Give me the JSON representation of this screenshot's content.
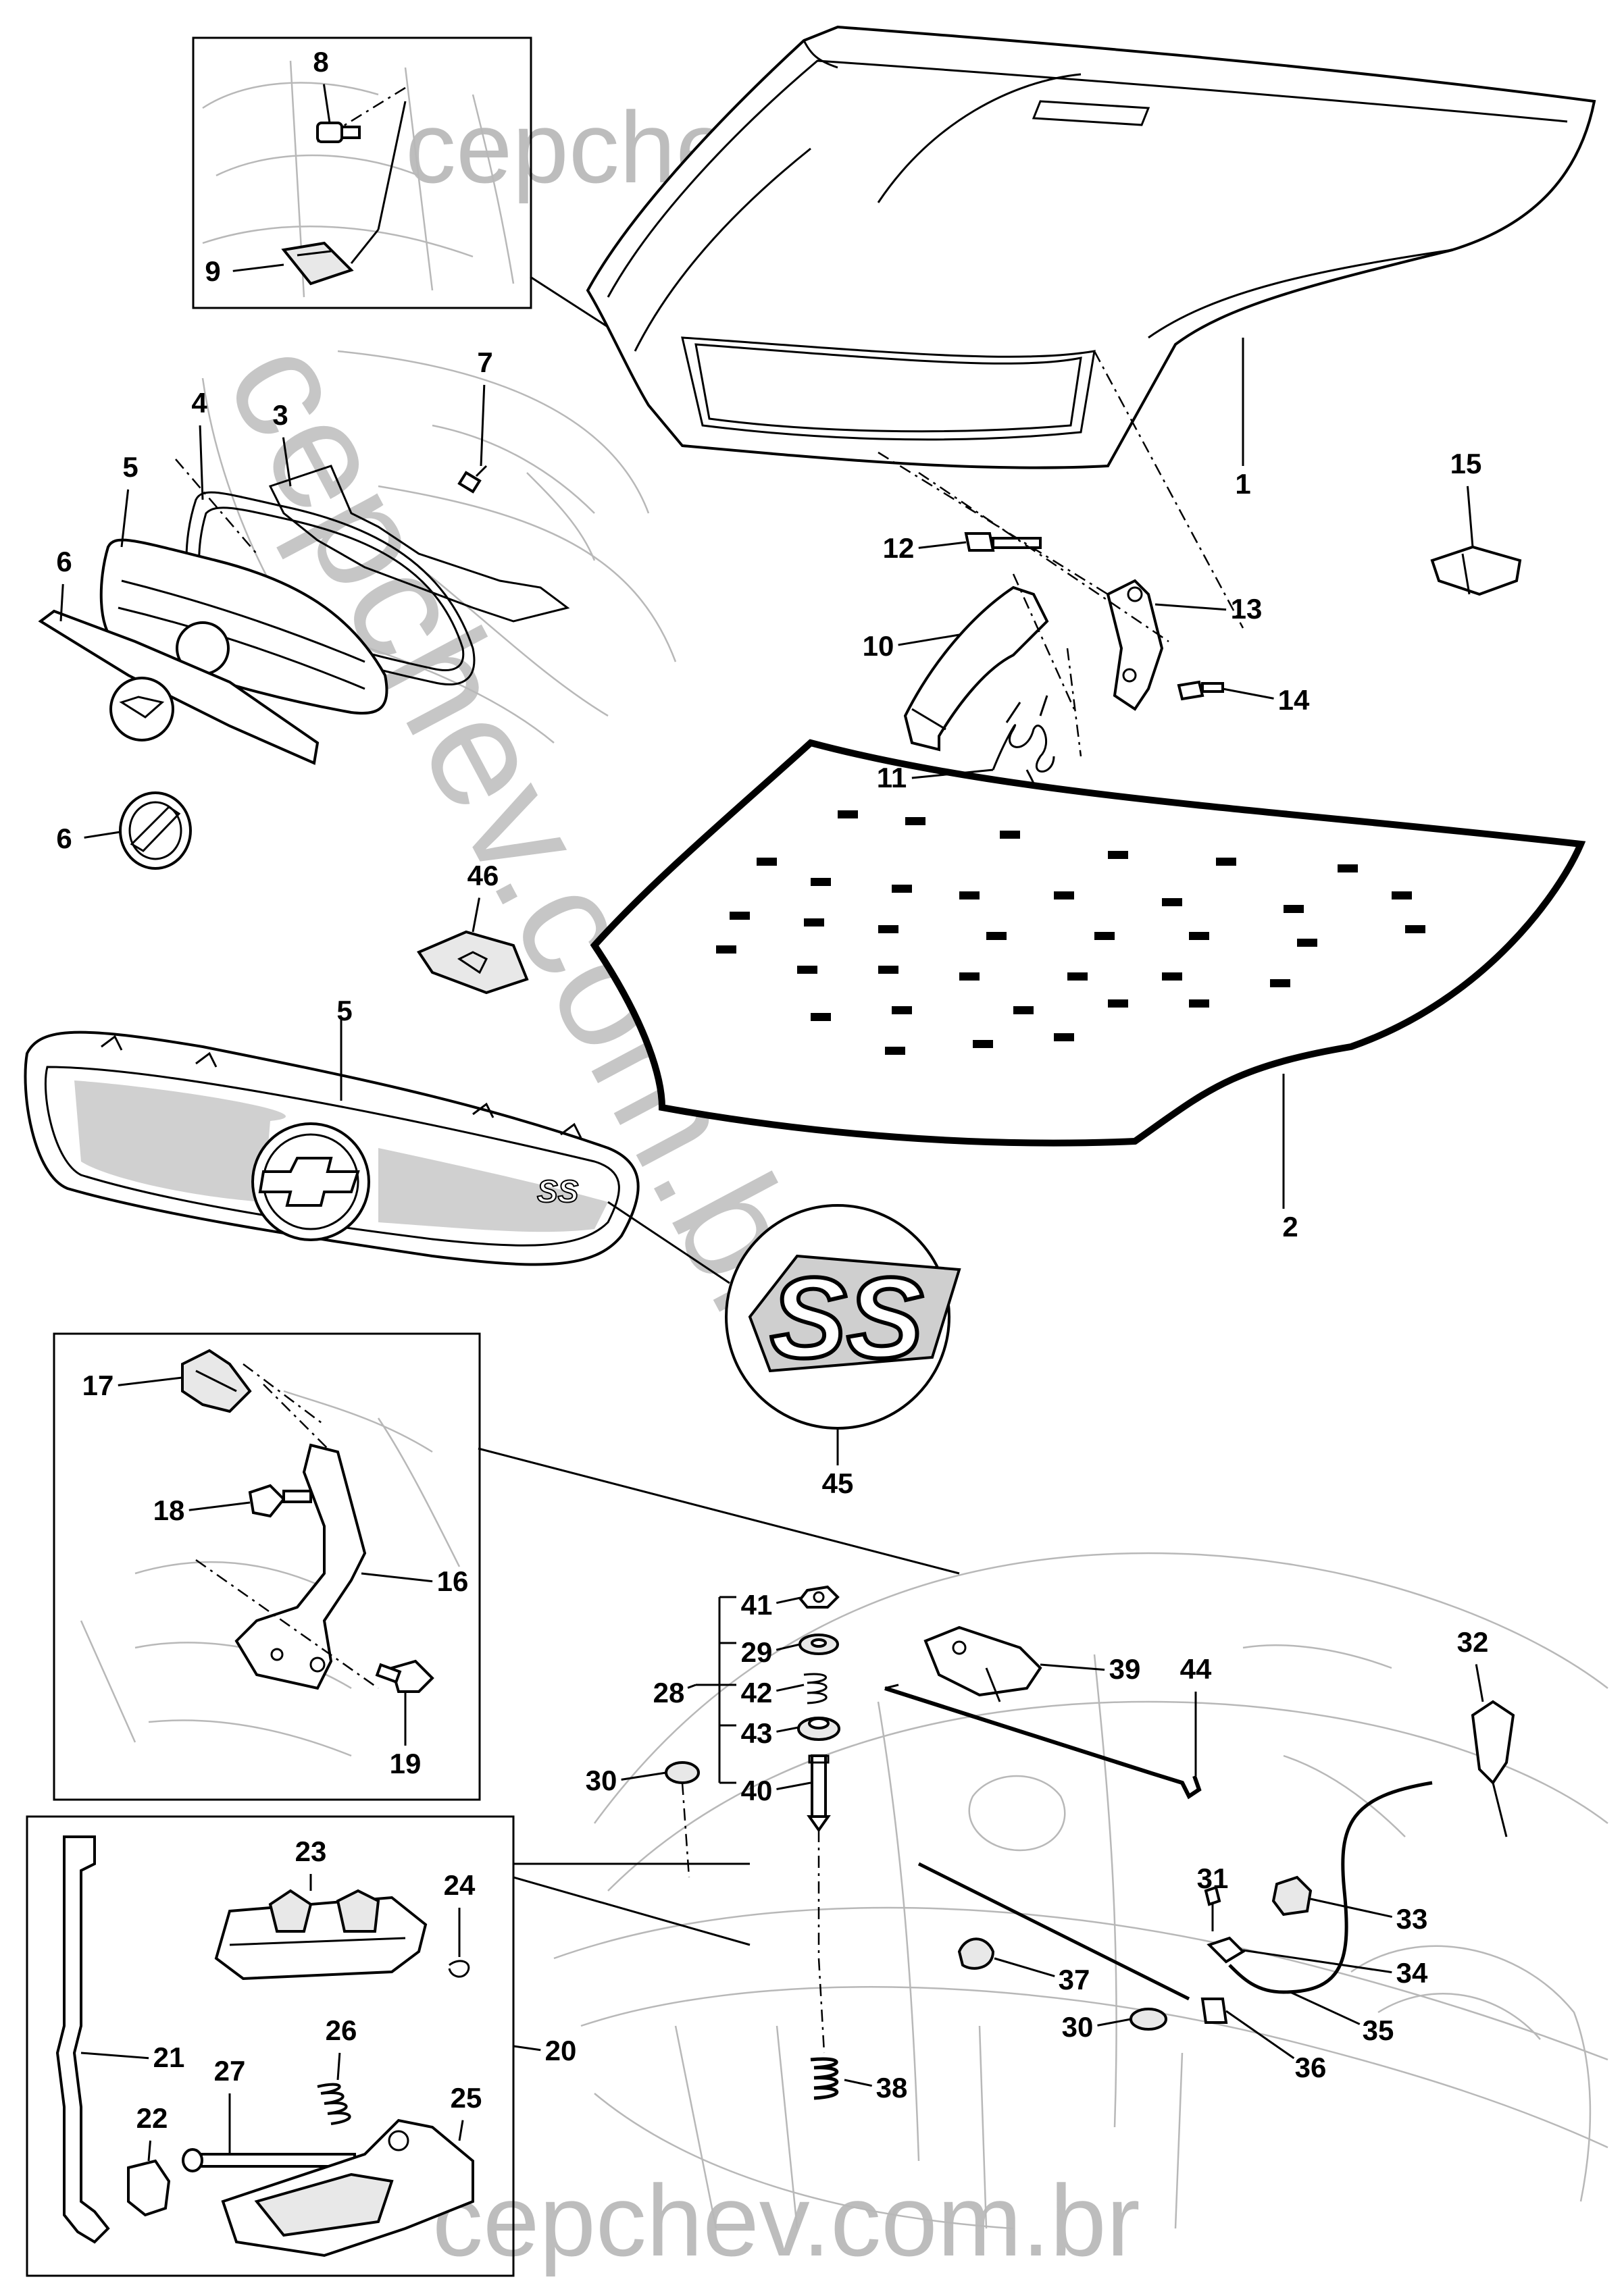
{
  "watermark": {
    "top": "cepchev.com.br",
    "bottom": "cepchev.com.br",
    "diagonal": "cepchev.com.br"
  },
  "callouts": [
    "1",
    "2",
    "3",
    "4",
    "5",
    "5",
    "6",
    "6",
    "7",
    "8",
    "9",
    "10",
    "11",
    "12",
    "13",
    "14",
    "15",
    "16",
    "17",
    "18",
    "19",
    "20",
    "21",
    "22",
    "23",
    "24",
    "25",
    "26",
    "27",
    "28",
    "29",
    "30",
    "30",
    "31",
    "32",
    "33",
    "34",
    "35",
    "36",
    "37",
    "38",
    "39",
    "40",
    "41",
    "42",
    "43",
    "44",
    "45",
    "46"
  ],
  "badge_text": "SS"
}
